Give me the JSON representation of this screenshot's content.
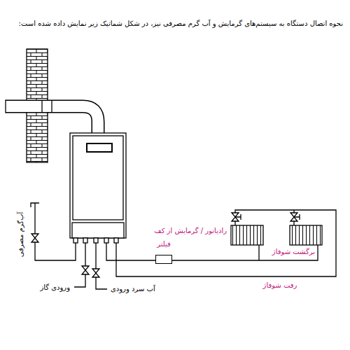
{
  "diagram": {
    "title": "نحوه اتصال دستگاه به سیستم‌های گرمایش و آب گرم مصرفی نیز، در شکل شماتیک زیر نمایش داده شده است:",
    "nodes": [
      {
        "text": [
          "فیلتر"
        ]
      }
    ],
    "labels": [
      "رادیاتور / گرمایش از کف",
      "برگشت شوفاژ",
      "رفت شوفاژ",
      "آب‌گرم مصرفی",
      "ورودی گاز",
      "آب سرد ورودی"
    ]
  }
}
